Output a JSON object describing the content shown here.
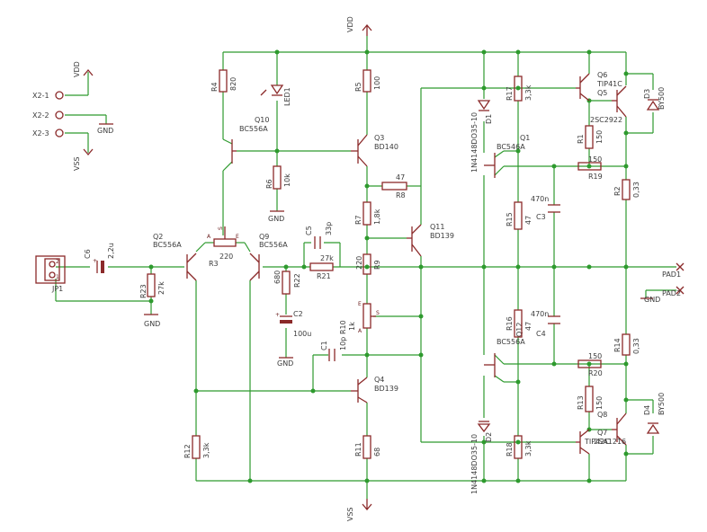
{
  "supply": {
    "vdd": "VDD",
    "vss": "VSS",
    "gnd": "GND"
  },
  "connector_x2": {
    "pins": [
      "X2-1",
      "X2-2",
      "X2-3"
    ],
    "labels": [
      "VDD",
      "GND",
      "VSS"
    ]
  },
  "input": {
    "jack": "JP1",
    "jack_pins": [
      "2",
      "1"
    ],
    "c6_name": "C6",
    "c6_value": "2,2u",
    "r23_name": "R23",
    "r23_value": "27k",
    "gnd": "GND"
  },
  "q2": {
    "name": "Q2",
    "type": "BC556A"
  },
  "q9": {
    "name": "Q9",
    "type": "BC556A"
  },
  "r3": {
    "name": "R3",
    "value": "220",
    "pin_a": "A",
    "pin_e": "E",
    "pin_s": "S"
  },
  "r4": {
    "name": "R4",
    "value": "820"
  },
  "led1": {
    "name": "LED1"
  },
  "q10": {
    "name": "Q10",
    "type": "BC556A"
  },
  "r6": {
    "name": "R6",
    "value": "10k",
    "gnd": "GND"
  },
  "r5": {
    "name": "R5",
    "value": "100"
  },
  "q3": {
    "name": "Q3",
    "type": "BD140"
  },
  "r8": {
    "name": "R8",
    "value": "47"
  },
  "r7": {
    "name": "R7",
    "value": "1,8k"
  },
  "c5": {
    "name": "C5",
    "value": "33p"
  },
  "r21": {
    "name": "R21",
    "value": "27k"
  },
  "r22": {
    "name": "R22",
    "value": "680"
  },
  "c2": {
    "name": "C2",
    "value": "100u",
    "gnd": "GND"
  },
  "r9": {
    "name": "R9",
    "value": "220"
  },
  "q11": {
    "name": "Q11",
    "type": "BD139"
  },
  "r10": {
    "name": "R10",
    "value": "1k",
    "pin_a": "A",
    "pin_e": "E",
    "pin_s": "S"
  },
  "c1": {
    "name": "C1",
    "value": "10p"
  },
  "q4": {
    "name": "Q4",
    "type": "BD139"
  },
  "r12": {
    "name": "R12",
    "value": "3,3k"
  },
  "r11": {
    "name": "R11",
    "value": "68"
  },
  "d1": {
    "name": "D1",
    "type": "1N4148DO35-10"
  },
  "d2": {
    "name": "D2",
    "type": "1N4148DO35-10"
  },
  "r17": {
    "name": "R17",
    "value": "3,3k"
  },
  "r18": {
    "name": "R18",
    "value": "3,3k"
  },
  "q1": {
    "name": "Q1",
    "type": "BC546A"
  },
  "q12": {
    "name": "Q12",
    "type": "BC556A"
  },
  "r15": {
    "name": "R15",
    "value": "47"
  },
  "r16": {
    "name": "R16",
    "value": "47"
  },
  "c3": {
    "name": "C3",
    "value": "470n"
  },
  "c4": {
    "name": "C4",
    "value": "470n"
  },
  "q6": {
    "name": "Q6",
    "type": "TIP41C"
  },
  "q5": {
    "name": "Q5",
    "type": "2SC2922"
  },
  "q8": {
    "name": "Q8",
    "type": "2SA1216"
  },
  "q7": {
    "name": "Q7",
    "type": "TIP42C"
  },
  "r1": {
    "name": "R1",
    "value": "150"
  },
  "r13": {
    "name": "R13",
    "value": "150"
  },
  "r19": {
    "name": "R19",
    "value": "150"
  },
  "r20": {
    "name": "R20",
    "value": "150"
  },
  "r2": {
    "name": "R2",
    "value": "0,33"
  },
  "r14": {
    "name": "R14",
    "value": "0,33"
  },
  "d3": {
    "name": "D3",
    "type": "BY500"
  },
  "d4": {
    "name": "D4",
    "type": "BY500"
  },
  "pads": {
    "pad1": "PAD1",
    "pad2": "PAD2",
    "gnd": "GND"
  }
}
